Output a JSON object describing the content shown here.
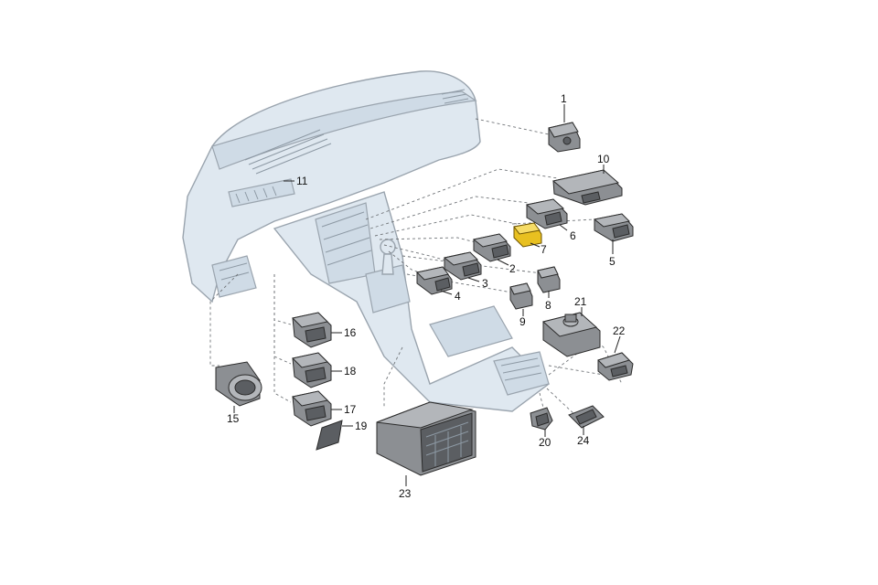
{
  "callouts": {
    "c1": "1",
    "c2": "2",
    "c3": "3",
    "c4": "4",
    "c5": "5",
    "c6": "6",
    "c7": "7",
    "c8": "8",
    "c9": "9",
    "c10": "10",
    "c11": "11",
    "c15": "15",
    "c16": "16",
    "c17": "17",
    "c18": "18",
    "c19": "19",
    "c20": "20",
    "c21": "21",
    "c22": "22",
    "c23": "23",
    "c24": "24"
  },
  "colors": {
    "highlight": "#e8c020",
    "dashboard": "#dfe8f0",
    "parts": "#8c8f93"
  }
}
